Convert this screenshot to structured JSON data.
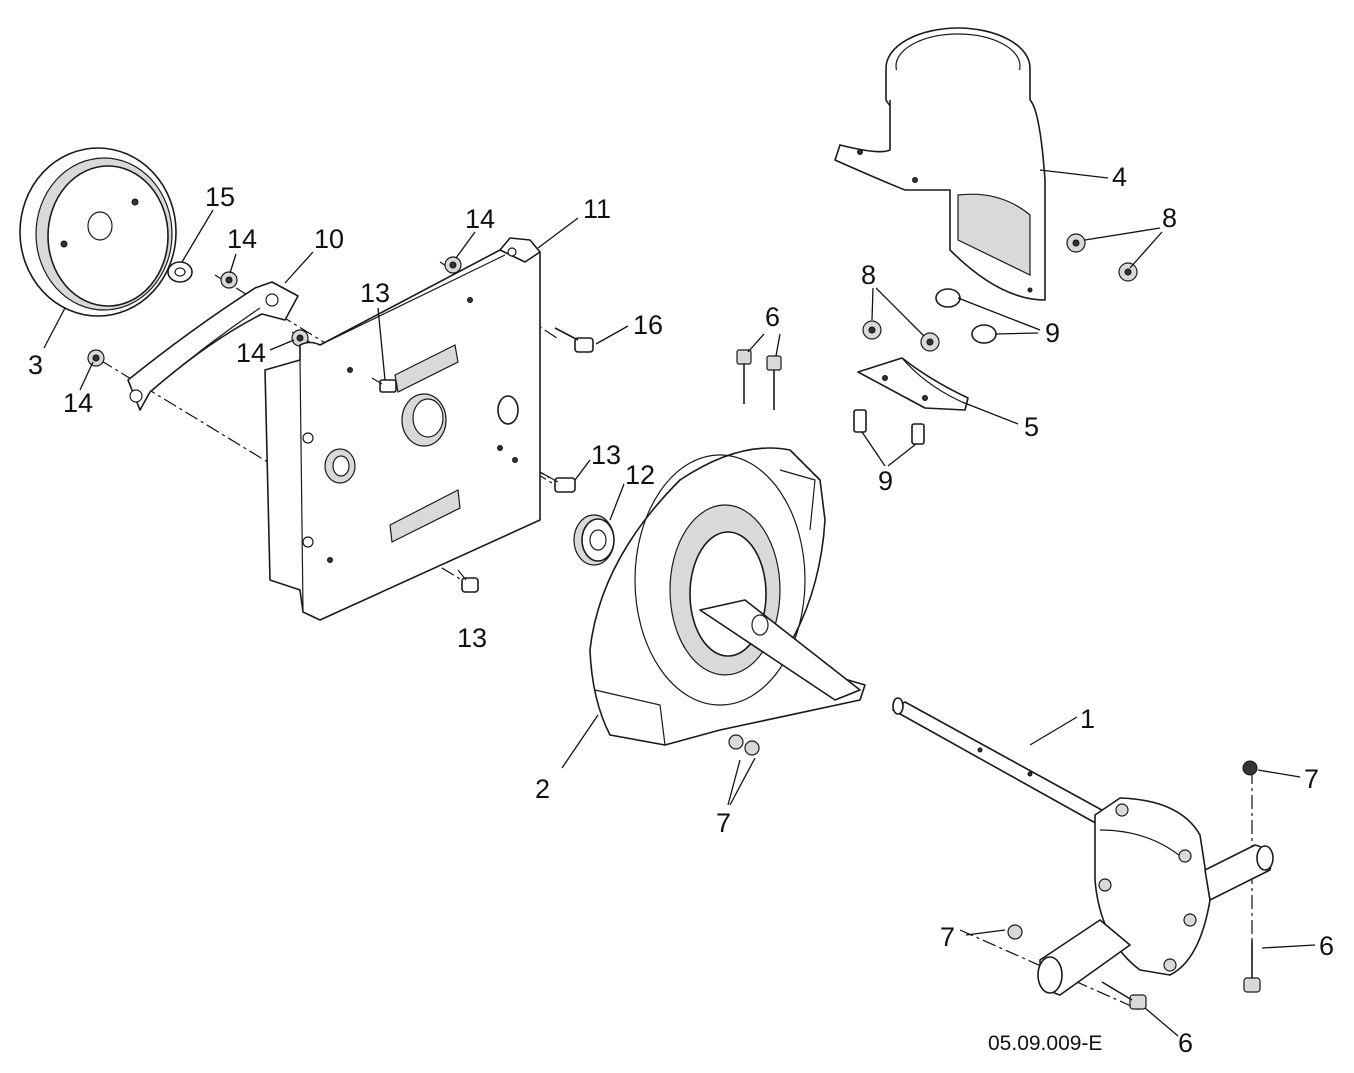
{
  "diagram": {
    "reference_code": "05.09.009-E",
    "callouts": {
      "c1": "1",
      "c2": "2",
      "c3": "3",
      "c4": "4",
      "c5": "5",
      "c6a": "6",
      "c6b": "6",
      "c6c": "6",
      "c7a": "7",
      "c7b": "7",
      "c7c": "7",
      "c8a": "8",
      "c8b": "8",
      "c9a": "9",
      "c9b": "9",
      "c10": "10",
      "c11": "11",
      "c12": "12",
      "c13a": "13",
      "c13b": "13",
      "c13c": "13",
      "c14a": "14",
      "c14b": "14",
      "c14c": "14",
      "c14d": "14",
      "c15": "15",
      "c16": "16"
    }
  }
}
